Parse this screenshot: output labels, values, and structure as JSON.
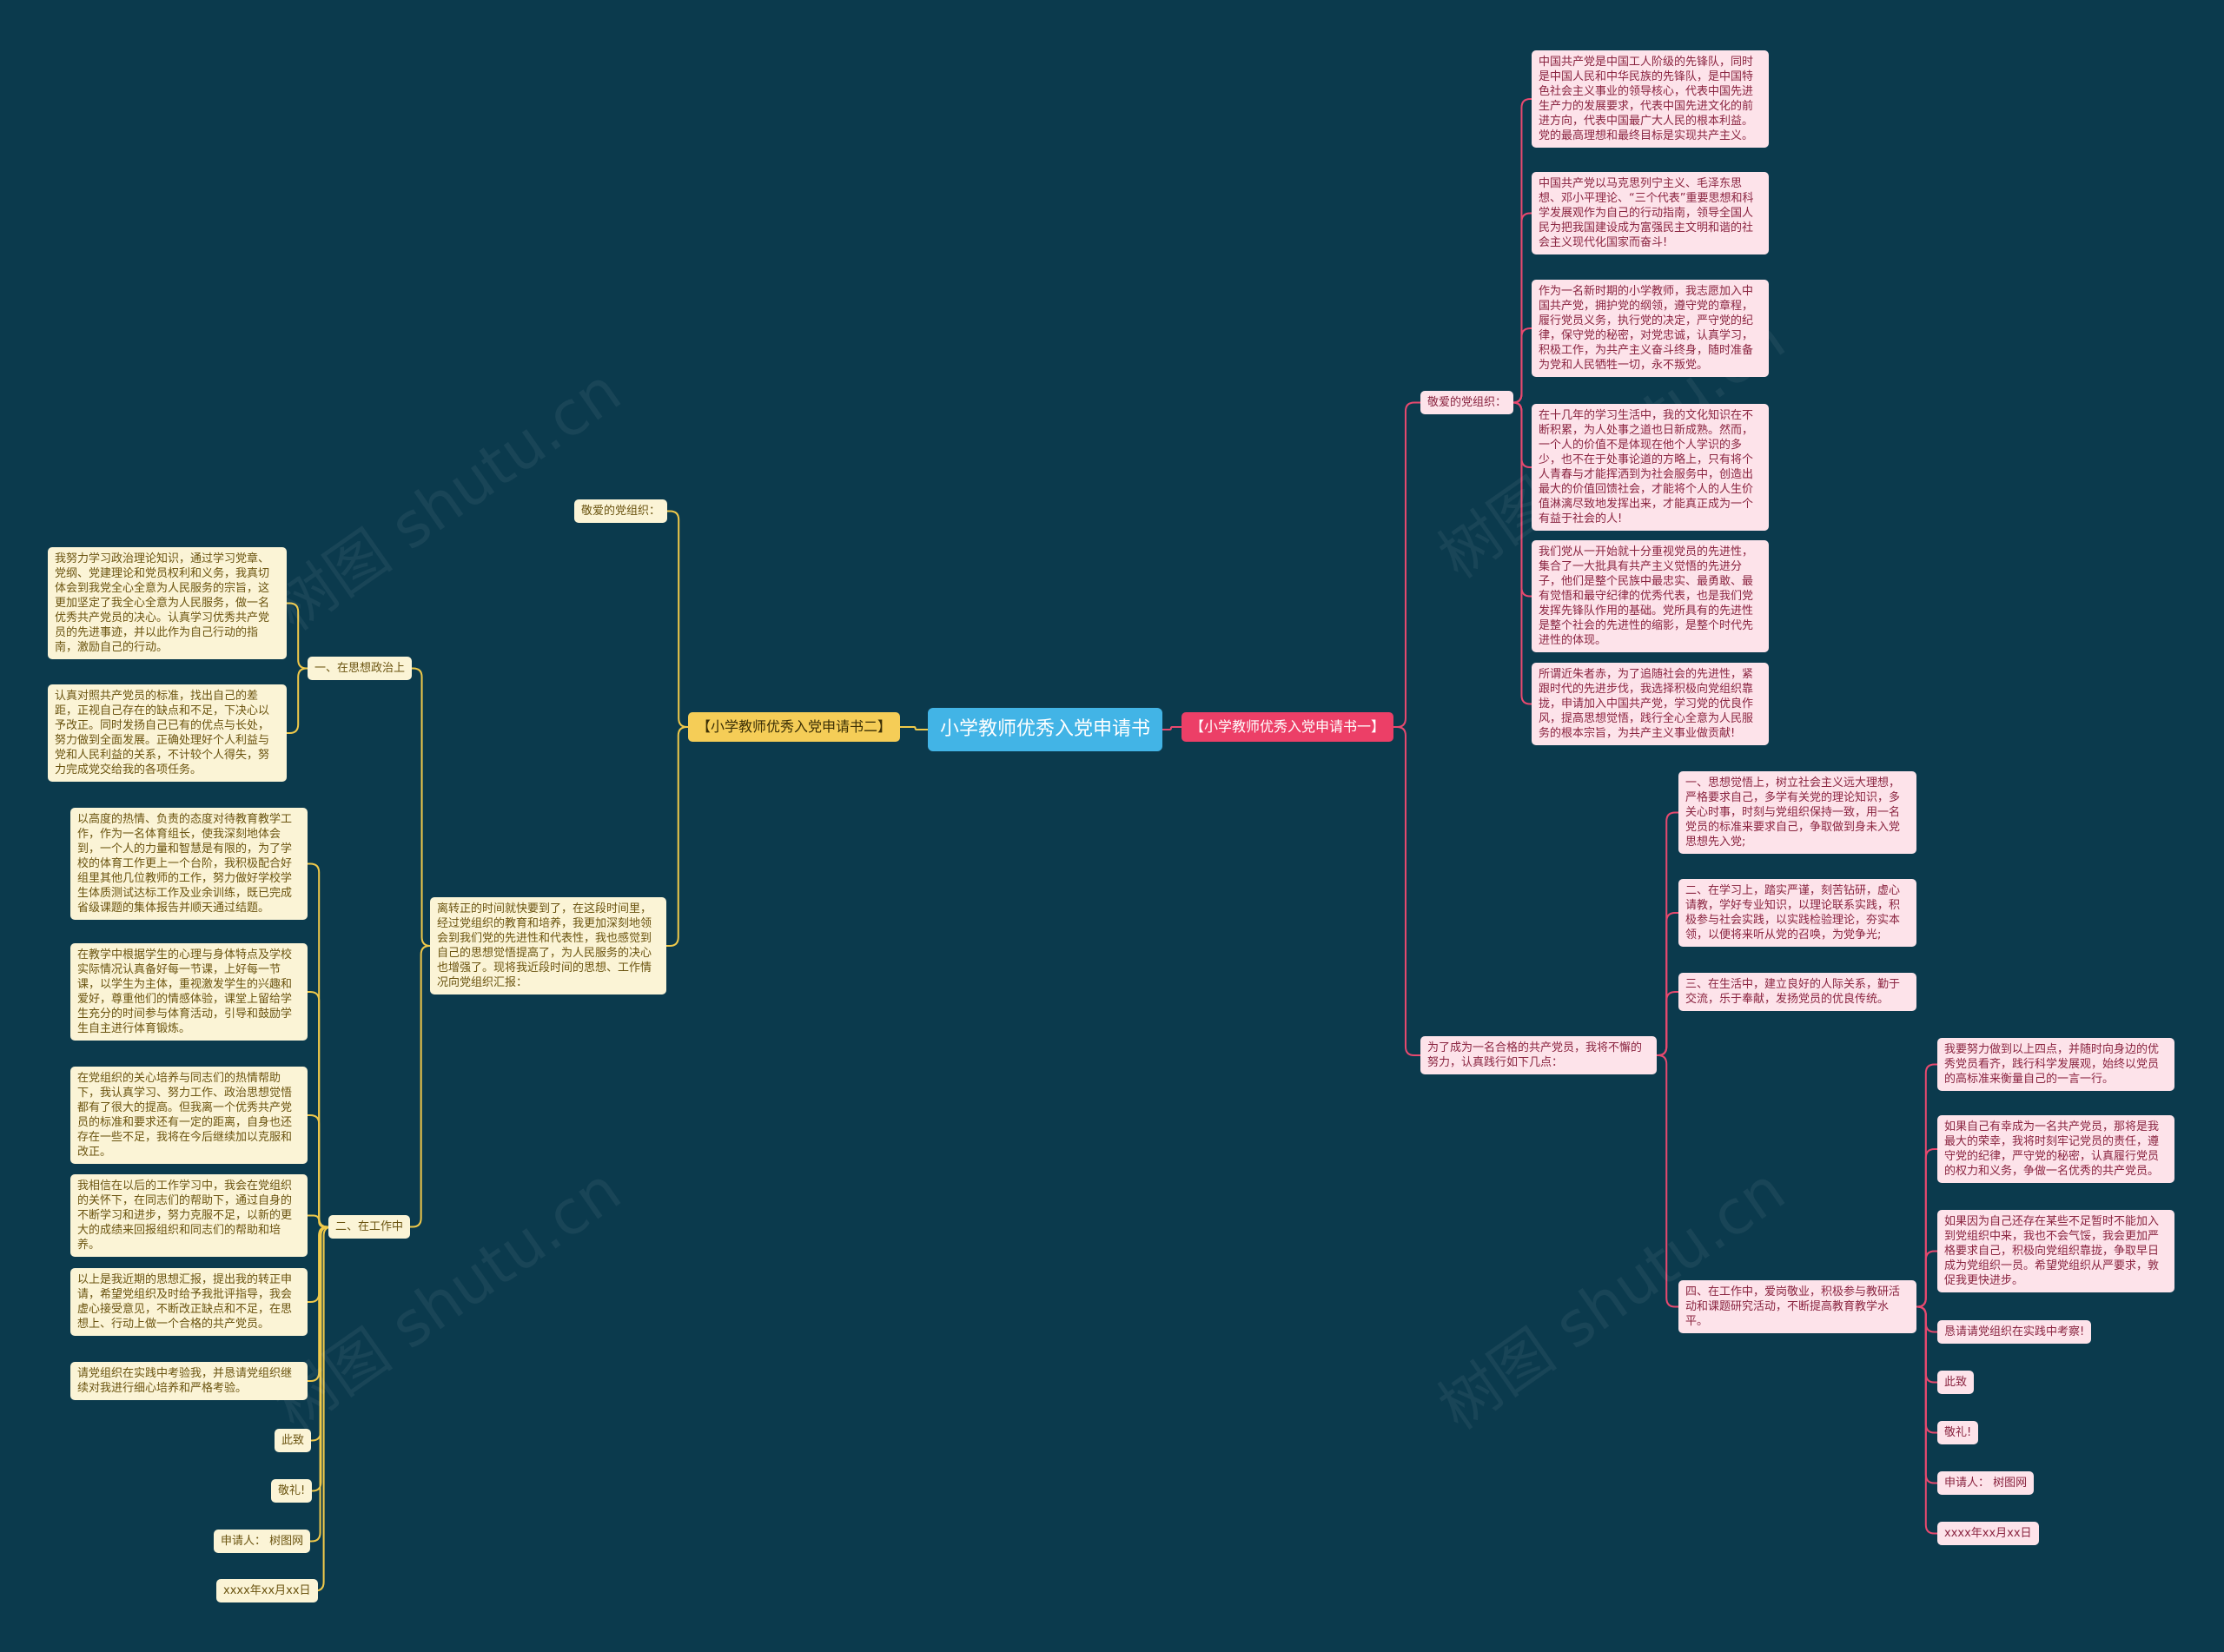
{
  "colors": {
    "background": "#0b3a4d",
    "left_line": "#f0c94a",
    "right_line": "#e8496f",
    "root_fill": "#42b4e6",
    "left_branch_fill": "#f5cd57",
    "right_branch_fill": "#ec3f67"
  },
  "watermark": "树图 shutu.cn",
  "root": "小学教师优秀入党申请书",
  "left": {
    "branch": "【小学教师优秀入党申请书二】",
    "greeting": "敬爱的党组织：",
    "intro": "离转正的时间就快要到了，在这段时间里，经过党组织的教育和培养，我更加深刻地领会到我们党的先进性和代表性，我也感觉到自己的思想觉悟提高了，为人民服务的决心也增强了。现将我近段时间的思想、工作情况向党组织汇报：",
    "politics": {
      "label": "一、在思想政治上",
      "items": [
        "我努力学习政治理论知识，通过学习党章、党纲、党建理论和党员权利和义务，我真切体会到我党全心全意为人民服务的宗旨，这更加坚定了我全心全意为人民服务，做一名优秀共产党员的决心。认真学习优秀共产党员的先进事迹，并以此作为自己行动的指南，激励自己的行动。",
        "认真对照共产党员的标准，找出自己的差距，正视自己存在的缺点和不足，下决心以予改正。同时发扬自己已有的优点与长处，努力做到全面发展。正确处理好个人利益与党和人民利益的关系，不计较个人得失，努力完成党交给我的各项任务。"
      ]
    },
    "work": {
      "label": "二、在工作中",
      "items": [
        "以高度的热情、负责的态度对待教育教学工作，作为一名体育组长，使我深刻地体会到，一个人的力量和智慧是有限的，为了学校的体育工作更上一个台阶，我积极配合好组里其他几位教师的工作，努力做好学校学生体质测试达标工作及业余训练，既已完成省级课题的集体报告并顺天通过结题。",
        "在教学中根据学生的心理与身体特点及学校实际情况认真备好每一节课，上好每一节课，以学生为主体，重视激发学生的兴趣和爱好，尊重他们的情感体验，课堂上留给学生充分的时间参与体育活动，引导和鼓励学生自主进行体育锻炼。",
        "在党组织的关心培养与同志们的热情帮助下，我认真学习、努力工作、政治思想觉悟都有了很大的提高。但我离一个优秀共产党员的标准和要求还有一定的距离，自身也还存在一些不足，我将在今后继续加以克服和改正。",
        "我相信在以后的工作学习中，我会在党组织的关怀下，在同志们的帮助下，通过自身的不断学习和进步，努力克服不足，以新的更大的成绩来回报组织和同志们的帮助和培养。",
        "以上是我近期的思想汇报，提出我的转正申请，希望党组织及时给予我批评指导，我会虚心接受意见，不断改正缺点和不足，在思想上、行动上做一个合格的共产党员。",
        "请党组织在实践中考验我，并恳请党组织继续对我进行细心培养和严格考验。",
        "此致",
        "敬礼!",
        "申请人：  树图网",
        "xxxx年xx月xx日"
      ]
    }
  },
  "right": {
    "branch": "【小学教师优秀入党申请书一】",
    "greeting": {
      "label": "敬爱的党组织：",
      "items": [
        "中国共产党是中国工人阶级的先锋队，同时是中国人民和中华民族的先锋队，是中国特色社会主义事业的领导核心，代表中国先进生产力的发展要求，代表中国先进文化的前进方向，代表中国最广大人民的根本利益。党的最高理想和最终目标是实现共产主义。",
        "中国共产党以马克思列宁主义、毛泽东思想、邓小平理论、“三个代表”重要思想和科学发展观作为自己的行动指南，领导全国人民为把我国建设成为富强民主文明和谐的社会主义现代化国家而奋斗!",
        "作为一名新时期的小学教师，我志愿加入中国共产党，拥护党的纲领，遵守党的章程，履行党员义务，执行党的决定，严守党的纪律，保守党的秘密，对党忠诚，认真学习，积极工作，为共产主义奋斗终身，随时准备为党和人民牺牲一切，永不叛党。",
        "在十几年的学习生活中，我的文化知识在不断积累，为人处事之道也日新成熟。然而，一个人的价值不是体现在他个人学识的多少，也不在于处事论道的方略上，只有将个人青春与才能挥洒到为社会服务中，创造出最大的价值回馈社会，才能将个人的人生价值淋漓尽致地发挥出来，才能真正成为一个有益于社会的人!",
        "我们党从一开始就十分重视党员的先进性，集合了一大批具有共产主义觉悟的先进分子，他们是整个民族中最忠实、最勇敢、最有觉悟和最守纪律的优秀代表，也是我们党发挥先锋队作用的基础。党所具有的先进性是整个社会的先进性的缩影，是整个时代先进性的体现。",
        "所谓近朱者赤，为了追随社会的先进性，紧跟时代的先进步伐，我选择积极向党组织靠拢，申请加入中国共产党，学习党的优良作风，提高思想觉悟，践行全心全意为人民服务的根本宗旨，为共产主义事业做贡献!"
      ]
    },
    "plan": {
      "label": "为了成为一名合格的共产党员，我将不懈的努力，认真践行如下几点：",
      "items": [
        "一、思想觉悟上，树立社会主义远大理想，严格要求自己，多学有关党的理论知识，多关心时事，时刻与党组织保持一致，用一名党员的标准来要求自己，争取做到身未入党思想先入党;",
        "二、在学习上，踏实严谨，刻苦钻研，虚心请教，学好专业知识，以理论联系实践，积极参与社会实践，以实践检验理论，夯实本领，以便将来听从党的召唤，为党争光;",
        "三、在生活中，建立良好的人际关系，勤于交流，乐于奉献，发扬党员的优良传统。"
      ],
      "fourth": {
        "label": "四、在工作中，爱岗敬业，积极参与教研活动和课题研究活动，不断提高教育教学水平。",
        "items": [
          "我要努力做到以上四点，并随时向身边的优秀党员看齐，践行科学发展观，始终以党员的高标准来衡量自己的一言一行。",
          "如果自己有幸成为一名共产党员，那将是我最大的荣幸，我将时刻牢记党员的责任，遵守党的纪律，严守党的秘密，认真履行党员的权力和义务，争做一名优秀的共产党员。",
          "如果因为自己还存在某些不足暂时不能加入到党组织中来，我也不会气馁，我会更加严格要求自己，积极向党组织靠拢，争取早日成为党组织一员。希望党组织从严要求，敦促我更快进步。",
          "恳请请党组织在实践中考察!",
          "此致",
          "敬礼!",
          "申请人：  树图网",
          "xxxx年xx月xx日"
        ]
      }
    }
  }
}
